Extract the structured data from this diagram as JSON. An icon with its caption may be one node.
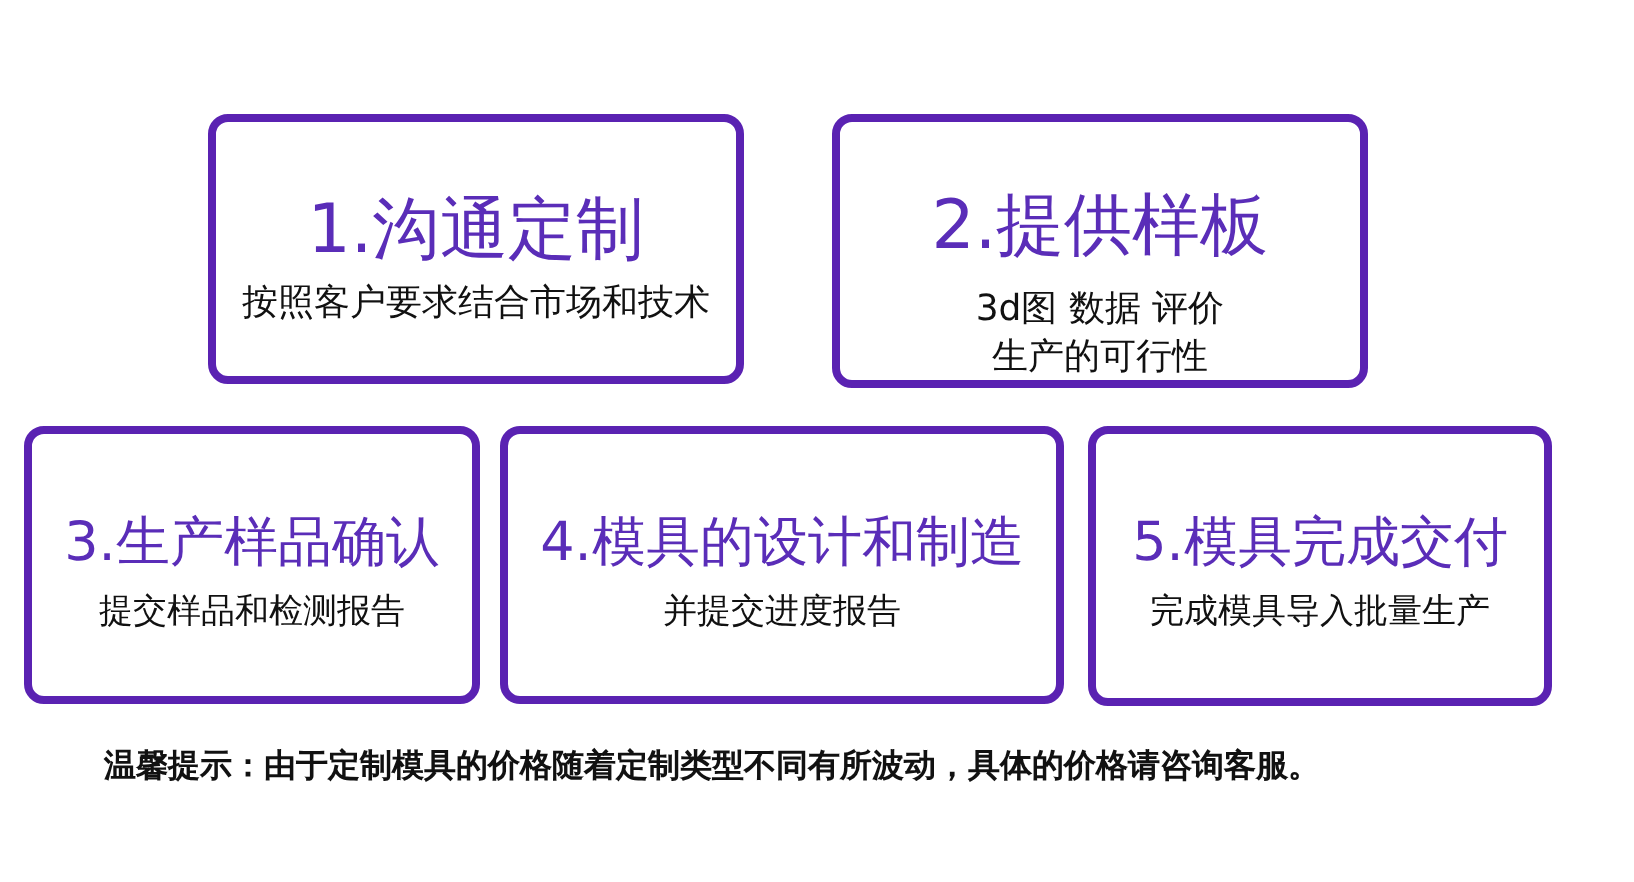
{
  "diagram": {
    "nodes": [
      {
        "text": [
          "1.沟通定制",
          "按照客户要求结合市场和技术"
        ]
      },
      {
        "text": [
          "2.提供样板",
          "3d图 数据 评价",
          "生产的可行性"
        ]
      },
      {
        "text": [
          "3.生产样品确认",
          "提交样品和检测报告"
        ]
      },
      {
        "text": [
          "4.模具的设计和制造",
          "并提交进度报告"
        ]
      },
      {
        "text": [
          "5.模具完成交付",
          "完成模具导入批量生产"
        ]
      }
    ],
    "labels": [
      "温馨提示：由于定制模具的价格随着定制类型不同有所波动，具体的价格请咨询客服。"
    ]
  }
}
